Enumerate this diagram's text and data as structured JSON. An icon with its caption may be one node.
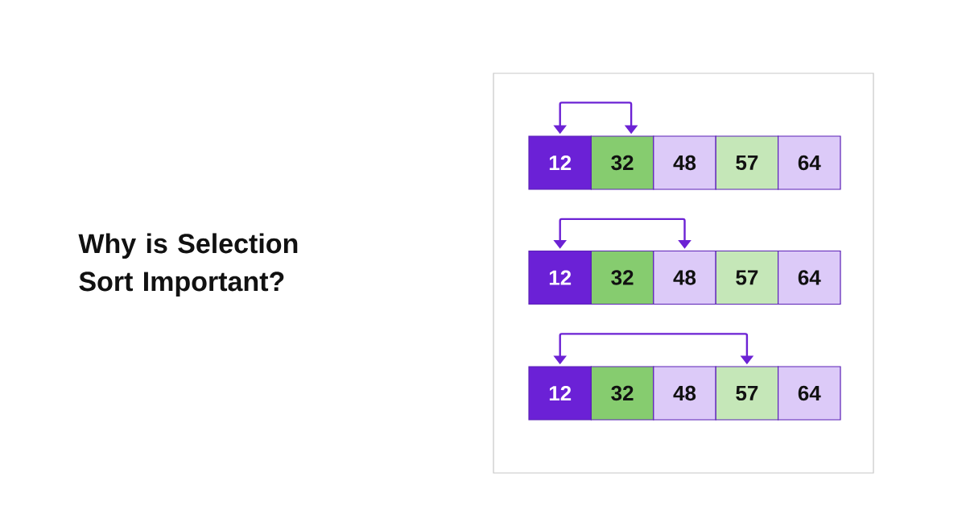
{
  "diagram": {
    "title": "Why is Selection Sort Important?",
    "nodes": [
      {
        "text": [],
        "shape": "box"
      },
      {
        "text": [
          "12"
        ],
        "in": 0
      },
      {
        "text": [
          "32"
        ],
        "in": 0
      },
      {
        "text": [
          "48"
        ],
        "in": 0
      },
      {
        "text": [
          "57"
        ],
        "in": 0
      },
      {
        "text": [
          "64"
        ],
        "in": 0
      },
      {
        "text": [
          "12"
        ],
        "in": 0
      },
      {
        "text": [
          "32"
        ],
        "in": 0
      },
      {
        "text": [
          "48"
        ],
        "in": 0
      },
      {
        "text": [
          "57"
        ],
        "in": 0
      },
      {
        "text": [
          "64"
        ],
        "in": 0
      },
      {
        "text": [
          "12"
        ],
        "in": 0
      },
      {
        "text": [
          "32"
        ],
        "in": 0
      },
      {
        "text": [
          "48"
        ],
        "in": 0
      },
      {
        "text": [
          "57"
        ],
        "in": 0
      },
      {
        "text": [
          "64"
        ],
        "in": 0
      }
    ],
    "edges": [
      {
        "from": 1,
        "to": 2,
        "arrow": "both"
      },
      {
        "from": 6,
        "to": 8,
        "arrow": "both"
      },
      {
        "from": 11,
        "to": 14,
        "arrow": "both"
      }
    ]
  }
}
